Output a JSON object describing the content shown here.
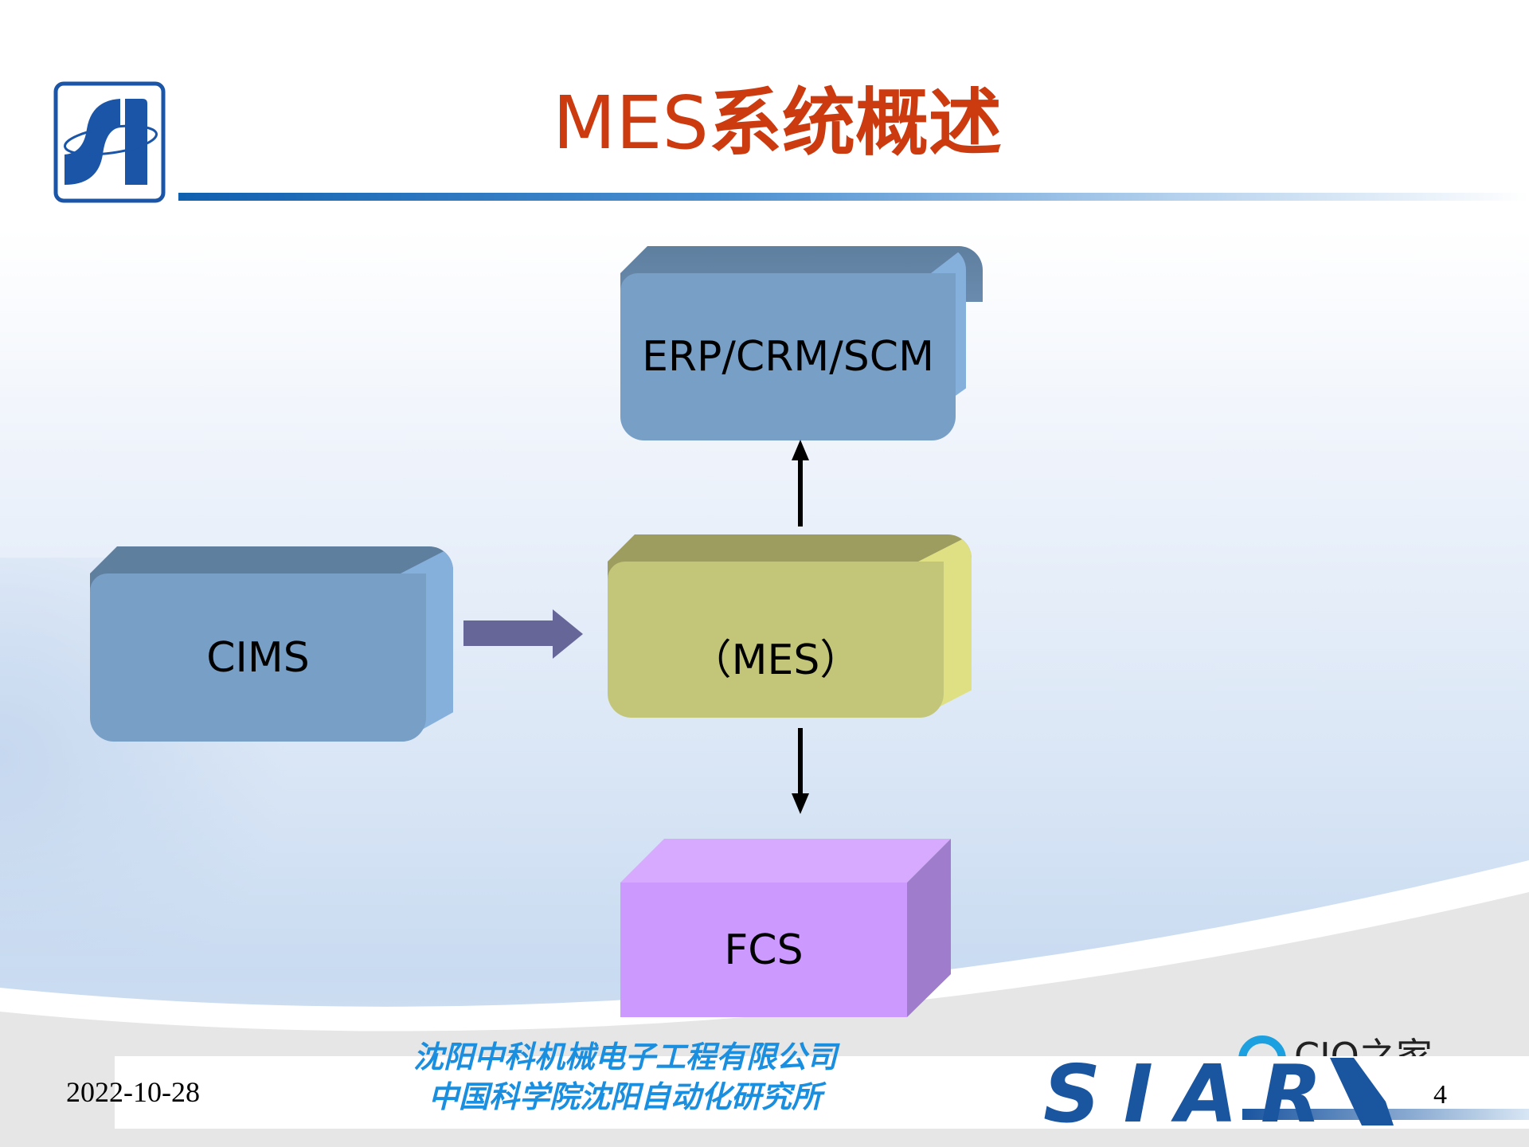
{
  "slide": {
    "title_latin": "MES",
    "title_cjk": "系统概述",
    "date": "2022-10-28",
    "page_number": "4",
    "org_line1": "沈阳中科机械电子工程有限公司",
    "org_line2": "中国科学院沈阳自动化研究所",
    "logo_left_text": "SI",
    "logo_right_text": "SIARI",
    "watermark_text": "CIO之家"
  },
  "diagram": {
    "nodes": {
      "erp": "ERP/CRM/SCM",
      "mes": "（MES）",
      "cims": "CIMS",
      "fcs": "FCS"
    }
  },
  "colors": {
    "title": "#cc3a10",
    "blue_box": "#789fc6",
    "mes_box": "#c3c678",
    "fcs_box": "#cc99ff",
    "arrow": "#666699",
    "org_text": "#1a8fe0"
  }
}
